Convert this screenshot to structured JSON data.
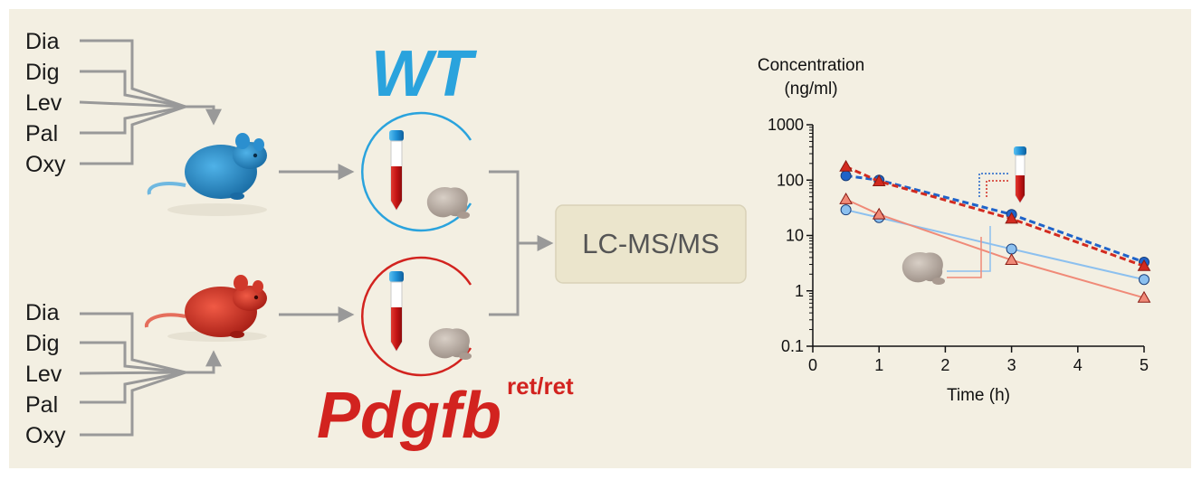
{
  "wt_label": "WT",
  "mutant_label": "Pdgfb",
  "mutant_superscript": "ret/ret",
  "method_label": "LC-MS/MS",
  "drugs_top": [
    "Dia",
    "Dig",
    "Lev",
    "Pal",
    "Oxy"
  ],
  "drugs_bottom": [
    "Dia",
    "Dig",
    "Lev",
    "Pal",
    "Oxy"
  ],
  "colors": {
    "background": "#f3efe2",
    "wt_blue": "#2aa3dd",
    "mutant_red": "#d2231f",
    "arrow_gray": "#999999",
    "box_fill": "#ebe5cc"
  },
  "chart_data": {
    "type": "line",
    "ylabel_line1": "Concentration",
    "ylabel_line2": "(ng/ml)",
    "xlabel": "Time (h)",
    "xlim": [
      0,
      5
    ],
    "ylim": [
      0.1,
      1000
    ],
    "yscale": "log",
    "xticks": [
      "0",
      "1",
      "2",
      "3",
      "4",
      "5"
    ],
    "yticks": [
      "0.1",
      "1",
      "10",
      "100",
      "1000"
    ],
    "series": [
      {
        "group": "plasma",
        "strain": "WT",
        "color": "#1f63c9",
        "marker": "circle",
        "dash": true,
        "x": [
          0.5,
          1,
          3,
          5
        ],
        "y": [
          120,
          100,
          24,
          3.3
        ]
      },
      {
        "group": "plasma",
        "strain": "Pdgfb",
        "color": "#d22a1f",
        "marker": "triangle",
        "dash": true,
        "x": [
          0.5,
          1,
          3,
          5
        ],
        "y": [
          175,
          95,
          20,
          2.8
        ]
      },
      {
        "group": "brain",
        "strain": "WT",
        "color": "#8cc0ef",
        "marker": "circle",
        "dash": false,
        "x": [
          0.5,
          1,
          3,
          5
        ],
        "y": [
          29,
          21,
          5.7,
          1.6
        ]
      },
      {
        "group": "brain",
        "strain": "Pdgfb",
        "color": "#f08a78",
        "marker": "triangle",
        "dash": false,
        "x": [
          0.5,
          1,
          3,
          5
        ],
        "y": [
          45,
          24,
          3.6,
          0.75
        ]
      }
    ]
  }
}
